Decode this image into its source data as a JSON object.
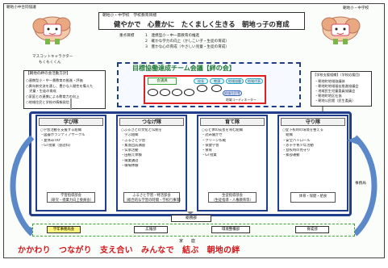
{
  "header": {
    "left_tag": "朝地小中合同協議",
    "right_tag": "朝地小・中学校",
    "subtitle": "朝地小・中学校　学校教育目標",
    "goal": "健やかで　心豊かに　たくましく生きる　朝地っ子の育成"
  },
  "focus": {
    "label": "重点目標",
    "items": [
      "1　連携型小・中一貫教育の推進",
      "2　確かな学力の向上（かしこい子・生徒の育成）",
      "3　豊かな心の育成（やさしい児童・生徒の育成）"
    ]
  },
  "mascot": {
    "label": "マスコットキャラクター",
    "name": "もくもくくん"
  },
  "left_panel": {
    "title": "【朝地の絆の会活動方針】",
    "items": [
      "○連携型小・中一貫教育の推進・評価",
      "○異年齢交流を通し、豊かな人間性を備えた",
      "　児童・生徒の育成",
      "○家庭との連携による教育力の向上",
      "○地域住民と学校の情報発信"
    ]
  },
  "council": {
    "title": "目標協働達成チーム会議【絆の会】",
    "pill_top": "会議員",
    "pills": [
      "校長",
      "教頭",
      "地域協働",
      "地域代表"
    ],
    "pill_extra": "地域住民等",
    "coordinator": "地域コーディネーター"
  },
  "support": {
    "title": "【学校支援組織】（学校応援団）",
    "items": [
      "・朝地町地域協議体",
      "・朝地町地域福祉推進協議会",
      "・地域民生児童委員協議会",
      "・朝地町地区社協",
      "・朝地公民館（民生委員）"
    ]
  },
  "columns": [
    {
      "head": "学び隊",
      "items": [
        "○学習活動を支援する組織",
        "・図書ボランティアサークル",
        "・夏休みTRY",
        "・GT授業（会話科）"
      ],
      "foot": "学習指導部会\n（研究・授業力向上委員会）"
    },
    {
      "head": "つなげ隊",
      "items": [
        "○ふるさとの文化と伝統を",
        "　学ぶ組織",
        "・ふるさと学習",
        "・集落出前講座",
        "・伝承活動",
        "・田植え体験",
        "・職業講話",
        "・職場体験"
      ],
      "foot": "ふるさと学習・特活部会\n（総合的な学習の時間・学校行事等）"
    },
    {
      "head": "育て隊",
      "items": [
        "○心と体の成長を育む組織",
        "・読み聞かせ",
        "・クリーン作戦",
        "・保健学習",
        "・食育",
        "・GT授業"
      ],
      "foot": "生徒指導部会\n（生徒指導・人権教育等）"
    },
    {
      "head": "守り隊",
      "items": [
        "○登下校時の環境を整える",
        "　組織",
        "・安全パトロール",
        "・赤十字青少年活動",
        "・登校時の見守り",
        "・挨拶運動"
      ],
      "foot": "体育・保健・給食"
    }
  ],
  "right_side": "事務局",
  "general": "総務部",
  "bottom_boxes": [
    {
      "label": "学年事務局会",
      "highlight": true
    },
    {
      "label": "広報部",
      "highlight": false
    },
    {
      "label": "環境整備部",
      "highlight": false
    },
    {
      "label": "育成部",
      "highlight": false
    }
  ],
  "home": "家　　庭",
  "motto": "かかわり　つながり　支え合い　みんなで　結ぶ　朝地の絆",
  "colors": {
    "accent_blue": "#1f3d8a",
    "council_red": "#e02020",
    "council_green": "#2e9e3e",
    "motto_red": "#d4161a",
    "yellow_highlight": "#fff57a",
    "arrow_blue": "#5b88c9"
  }
}
